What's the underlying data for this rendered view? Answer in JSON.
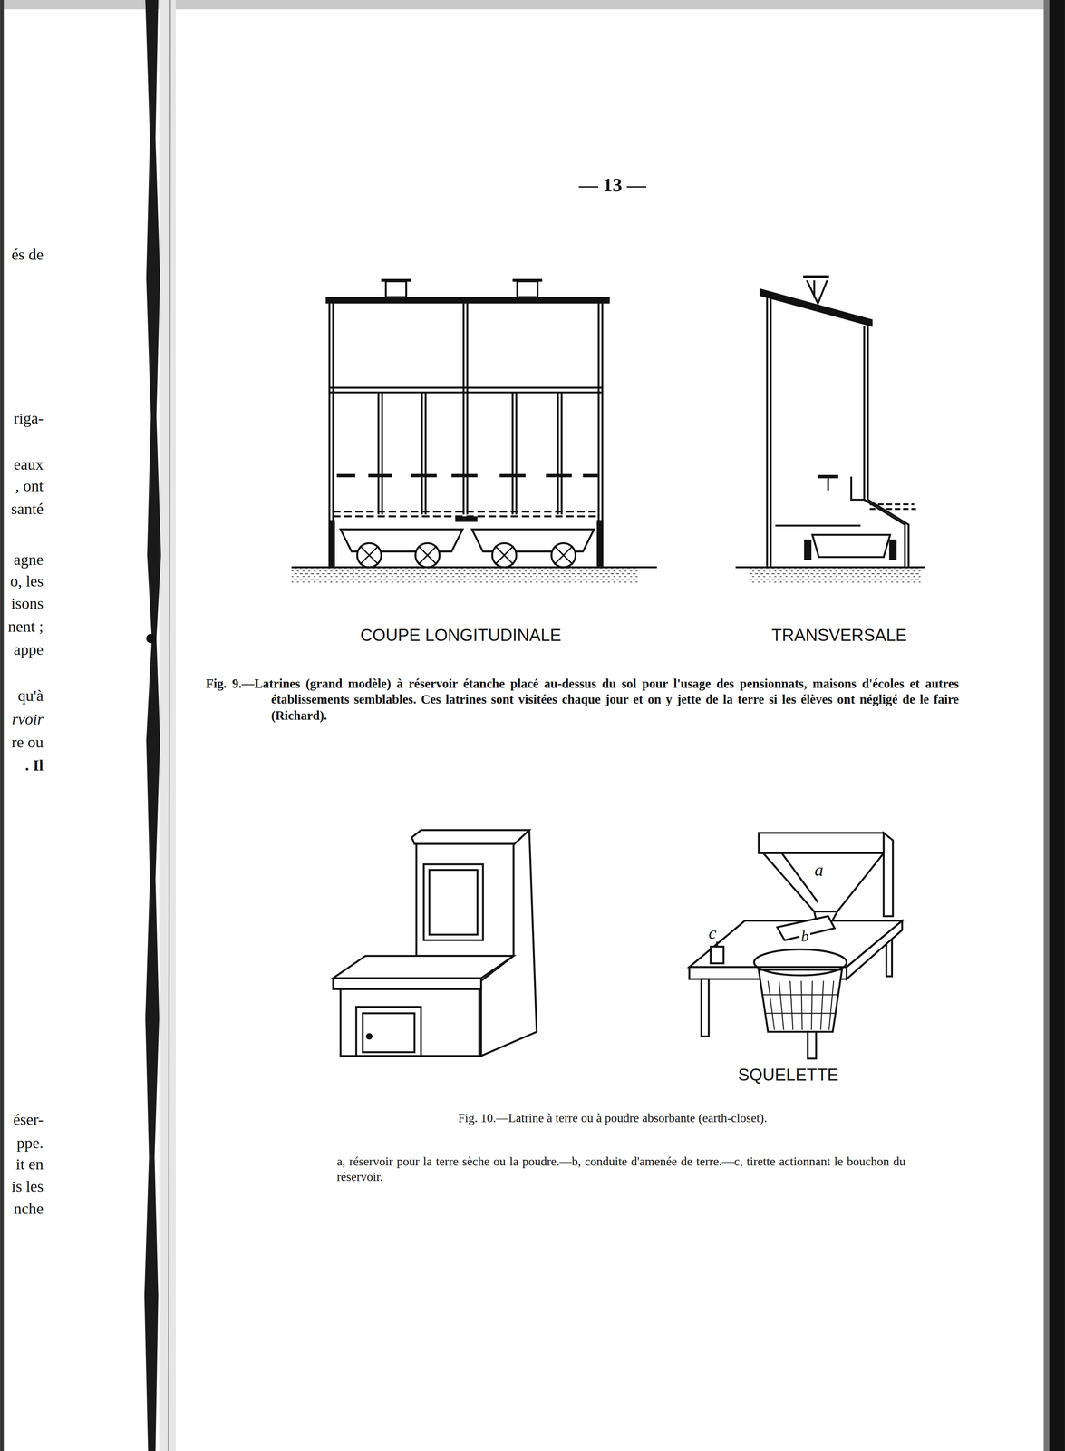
{
  "diagram": {
    "labels": [
      "— 13 —",
      "és de",
      "riga-",
      "eaux",
      ", ont",
      "santé",
      "agne",
      "o, les",
      "isons",
      "nent ;",
      "appe",
      "qu'à",
      "rvoir",
      "re ou",
      ". Il",
      "éser-",
      "ppe.",
      "it en",
      "is les",
      "nche",
      "COUPE LONGITUDINALE",
      "TRANSVERSALE",
      "Fig. 9.—Latrines (grand modèle) à réservoir étanche placé au-dessus du sol pour l'usage des pensionnats, maisons d'écoles et autres établissements semblables. Ces latrines sont visitées chaque jour et on y jette de la terre si les élèves ont négligé de le faire (Richard).",
      "a",
      "c",
      "b",
      "SQUELETTE",
      "Fig. 10.—Latrine à terre ou à poudre absorbante (earth-closet).",
      "a, réservoir pour la terre sèche ou la poudre.—b, conduite d'amenée de terre.—c, tirette actionnant le bouchon du réservoir."
    ]
  }
}
